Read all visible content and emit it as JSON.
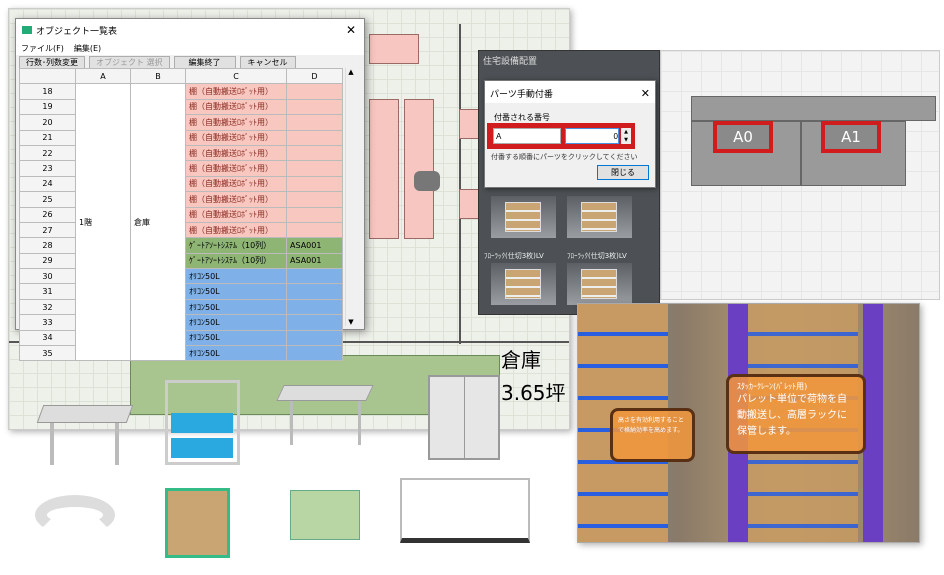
{
  "object_list": {
    "title": "オブジェクト一覧表",
    "menu": [
      "ファイル(F)",
      "編集(E)"
    ],
    "toolbar": {
      "resize": "行数･列数変更",
      "select": "オブジェクト 選択",
      "finish": "編集終了",
      "cancel": "キャンセル"
    },
    "columns": [
      "A",
      "B",
      "C",
      "D"
    ],
    "merged_a": "1階",
    "merged_b": "倉庫",
    "rows": [
      {
        "n": "18",
        "c": "棚（自動搬送ﾛﾎﾞｯﾄ用）",
        "d": "",
        "t": "pink"
      },
      {
        "n": "19",
        "c": "棚（自動搬送ﾛﾎﾞｯﾄ用）",
        "d": "",
        "t": "pink"
      },
      {
        "n": "20",
        "c": "棚（自動搬送ﾛﾎﾞｯﾄ用）",
        "d": "",
        "t": "pink"
      },
      {
        "n": "21",
        "c": "棚（自動搬送ﾛﾎﾞｯﾄ用）",
        "d": "",
        "t": "pink"
      },
      {
        "n": "22",
        "c": "棚（自動搬送ﾛﾎﾞｯﾄ用）",
        "d": "",
        "t": "pink"
      },
      {
        "n": "23",
        "c": "棚（自動搬送ﾛﾎﾞｯﾄ用）",
        "d": "",
        "t": "pink"
      },
      {
        "n": "24",
        "c": "棚（自動搬送ﾛﾎﾞｯﾄ用）",
        "d": "",
        "t": "pink"
      },
      {
        "n": "25",
        "c": "棚（自動搬送ﾛﾎﾞｯﾄ用）",
        "d": "",
        "t": "pink"
      },
      {
        "n": "26",
        "c": "棚（自動搬送ﾛﾎﾞｯﾄ用）",
        "d": "",
        "t": "pink"
      },
      {
        "n": "27",
        "c": "棚（自動搬送ﾛﾎﾞｯﾄ用）",
        "d": "",
        "t": "pink"
      },
      {
        "n": "28",
        "c": "ｹﾞｰﾄｱｿｰﾄｼｽﾃﾑ（10列）",
        "d": "ASA001",
        "t": "green"
      },
      {
        "n": "29",
        "c": "ｹﾞｰﾄｱｿｰﾄｼｽﾃﾑ（10列）",
        "d": "ASA001",
        "t": "green"
      },
      {
        "n": "30",
        "c": "ｵﾘｺﾝ50L",
        "d": "",
        "t": "blue"
      },
      {
        "n": "31",
        "c": "ｵﾘｺﾝ50L",
        "d": "",
        "t": "blue"
      },
      {
        "n": "32",
        "c": "ｵﾘｺﾝ50L",
        "d": "",
        "t": "blue"
      },
      {
        "n": "33",
        "c": "ｵﾘｺﾝ50L",
        "d": "",
        "t": "blue"
      },
      {
        "n": "34",
        "c": "ｵﾘｺﾝ50L",
        "d": "",
        "t": "blue"
      },
      {
        "n": "35",
        "c": "ｵﾘｺﾝ50L",
        "d": "",
        "t": "blue"
      }
    ]
  },
  "floor_plan": {
    "room_name": "倉庫",
    "area": "3.65坪"
  },
  "parts_panel": {
    "panel_title": "住宅設備配置",
    "dialog_title": "パーツ手動付番",
    "field_label": "付番される番号",
    "prefix_value": "A",
    "number_value": "0",
    "hint": "付番する順番にパーツをクリックしてください",
    "close_button": "閉じる",
    "thumb_labels": [
      "ﾌﾛｰﾗｯｸ(仕切3枚)LV",
      "ﾌﾛｰﾗｯｸ(仕切3枚)LV"
    ]
  },
  "view3d": {
    "labels": [
      "A0",
      "A1"
    ]
  },
  "warehouse": {
    "bubble_small": "高さを有効利用することで格納効率を高めます。",
    "bubble_large_title": "ｽﾀｯｶｰｸﾚｰﾝ(ﾊﾟﾚｯﾄ用)",
    "bubble_large_body": "パレット単位で荷物を自動搬送し、高層ラックに保管します。"
  },
  "colors": {
    "pink": "#f8c8c0",
    "green": "#8fb574",
    "blue": "#7fb1e8",
    "highlight": "#d01c1c"
  }
}
